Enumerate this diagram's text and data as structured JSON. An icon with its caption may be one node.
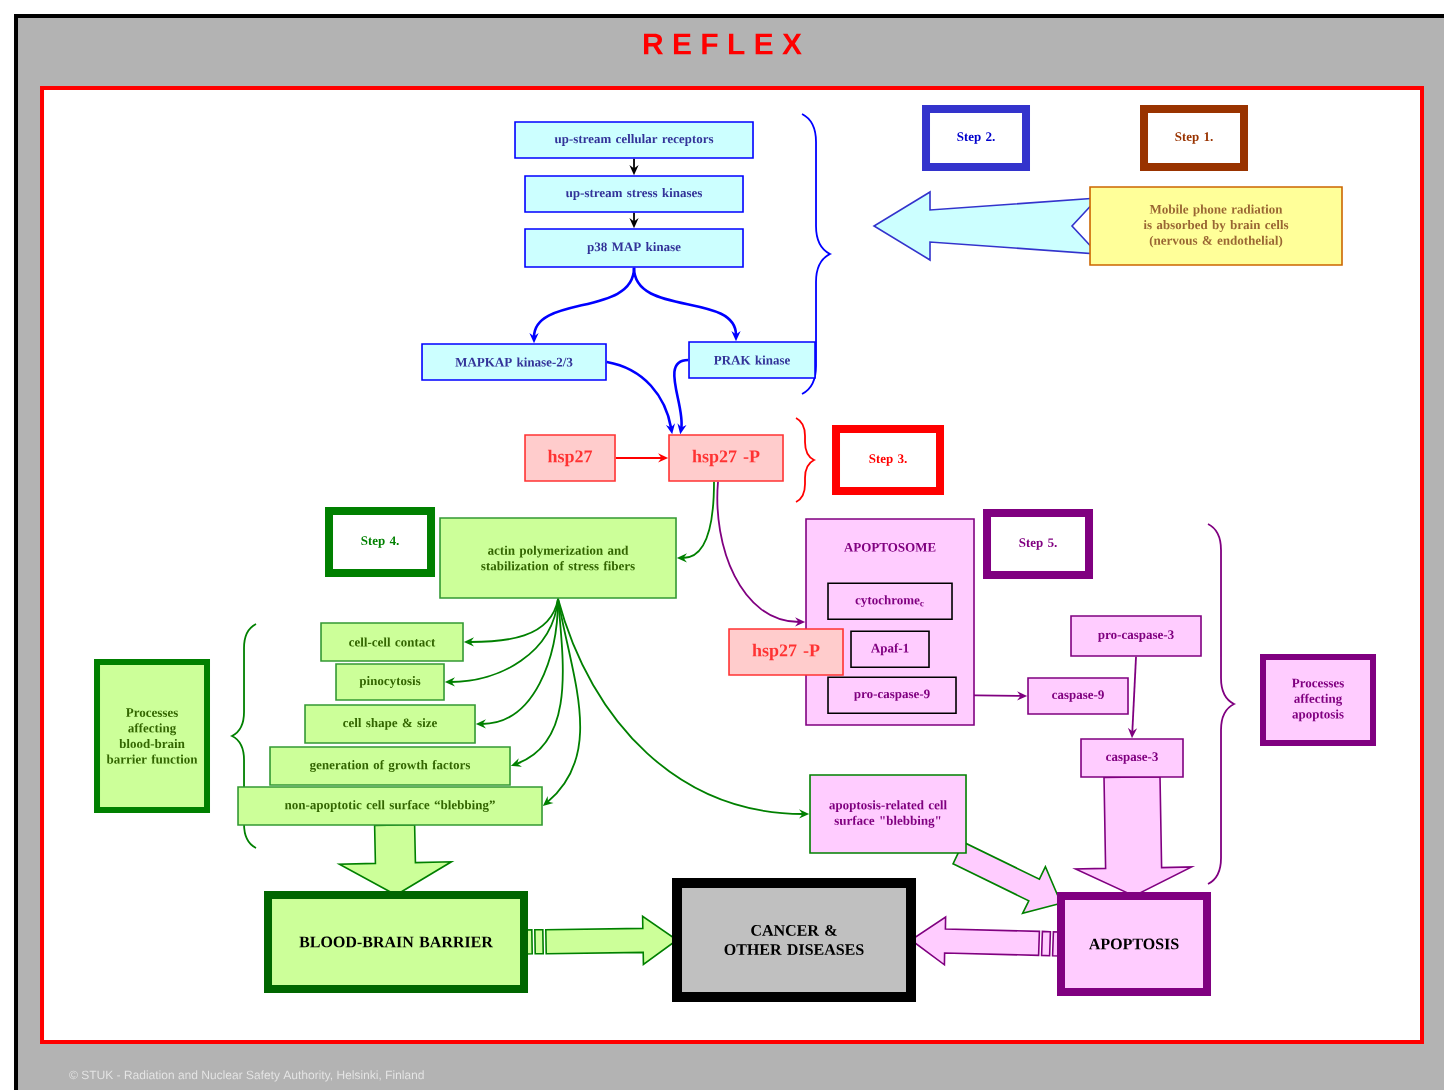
{
  "diagram": {
    "title": "R E F L E X",
    "nodes": [
      {
        "text": [
          "up-stream cellular receptors"
        ]
      },
      {
        "text": [
          "up-stream stress kinases"
        ]
      },
      {
        "text": [
          "p38 MAP kinase"
        ]
      },
      {
        "text": [
          "MAPKAP kinase-2/3"
        ]
      },
      {
        "text": [
          "PRAK kinase"
        ]
      },
      {
        "text": [
          "Step 2."
        ]
      },
      {
        "text": [
          "Step 1."
        ]
      },
      {
        "text": [
          "Mobile phone radiation is absorbed by brain cells (nervous & endothelial)"
        ]
      },
      {
        "text": [
          "hsp27"
        ]
      },
      {
        "text": [
          "hsp27 -P"
        ]
      },
      {
        "text": [
          "Step 3."
        ]
      },
      {
        "text": [
          "Step 4."
        ]
      },
      {
        "text": [
          "actin polymerization and stabilization of stress fibers"
        ]
      },
      {
        "text": [
          "cell-cell contact"
        ]
      },
      {
        "text": [
          "pinocytosis"
        ]
      },
      {
        "text": [
          "cell shape & size"
        ]
      },
      {
        "text": [
          "generation of growth factors"
        ]
      },
      {
        "text": [
          "non-apoptotic cell surface “blebbing”"
        ]
      },
      {
        "text": [
          "Processes affecting blood-brain barrier function"
        ]
      },
      {
        "text": [
          "BLOOD-BRAIN BARRIER"
        ]
      },
      {
        "text": [
          "CANCER & OTHER DISEASES"
        ]
      },
      {
        "text": [
          "APOPTOSOME"
        ]
      },
      {
        "text": [
          "cytochrome$_{c}$"
        ],
        "in": 21
      },
      {
        "text": [
          "Apaf-1"
        ],
        "in": 21
      },
      {
        "text": [
          "pro-caspase-9"
        ],
        "in": 21
      },
      {
        "text": [
          "hsp27 -P"
        ]
      },
      {
        "text": [
          "Step 5."
        ]
      },
      {
        "text": [
          "pro-caspase-3"
        ]
      },
      {
        "text": [
          "caspase-9"
        ]
      },
      {
        "text": [
          "caspase-3"
        ]
      },
      {
        "text": [
          "Processes affecting apoptosis"
        ]
      },
      {
        "text": [
          "apoptosis-related cell surface \"blebbing\""
        ]
      },
      {
        "text": [
          "APOPTOSIS"
        ]
      }
    ],
    "edges": [
      {
        "from": 0,
        "to": 1,
        "arrow": "to",
        "color": "#000000"
      },
      {
        "from": 1,
        "to": 2,
        "arrow": "to",
        "color": "#000000"
      },
      {
        "from": 2,
        "to": 3,
        "arrow": "to",
        "color": "#0000ff"
      },
      {
        "from": 2,
        "to": 4,
        "arrow": "to",
        "color": "#0000ff"
      },
      {
        "from": 3,
        "to": 9,
        "arrow": "to",
        "color": "#0000ff"
      },
      {
        "from": 4,
        "to": 9,
        "arrow": "to",
        "color": "#0000ff"
      },
      {
        "from": 8,
        "to": 9,
        "arrow": "to",
        "color": "#ff0000"
      },
      {
        "from": 9,
        "to": 12,
        "arrow": "to"
      },
      {
        "from": 9,
        "to": 21,
        "arrow": "to",
        "color": "#800080"
      },
      {
        "from": 12,
        "to": 13,
        "arrow": "to"
      },
      {
        "from": 12,
        "to": 14,
        "arrow": "to"
      },
      {
        "from": 12,
        "to": 15,
        "arrow": "to"
      },
      {
        "from": 12,
        "to": 16,
        "arrow": "to"
      },
      {
        "from": 12,
        "to": 17,
        "arrow": "to"
      },
      {
        "from": 12,
        "to": 31,
        "arrow": "to"
      },
      {
        "from": 24,
        "to": 28,
        "arrow": "to",
        "color": "#800080"
      },
      {
        "from": 27,
        "to": 29,
        "arrow": "to",
        "color": "#800080"
      },
      {
        "from": 7,
        "to": null,
        "arrow": "to",
        "style": "thick",
        "color": "#3333cc"
      },
      {
        "from": 17,
        "to": 19,
        "arrow": "to",
        "style": "thick"
      },
      {
        "from": 19,
        "to": 20,
        "arrow": "to",
        "style": "thick"
      },
      {
        "from": 29,
        "to": 32,
        "arrow": "to",
        "style": "thick",
        "color": "#800080"
      },
      {
        "from": 31,
        "to": 32,
        "arrow": "to",
        "style": "thick"
      },
      {
        "from": 32,
        "to": 20,
        "arrow": "to",
        "style": "thick",
        "color": "#800080"
      }
    ],
    "labels": [
      "© STUK - Radiation and Nuclear Safety Authority, Helsinki, Finland"
    ]
  }
}
